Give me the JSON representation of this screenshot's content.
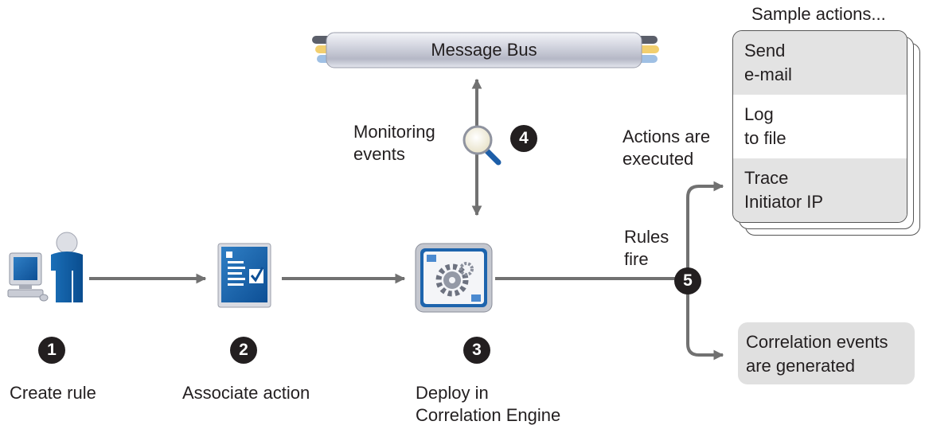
{
  "message_bus": {
    "label": "Message Bus"
  },
  "sample_actions": {
    "title": "Sample actions...",
    "items": [
      {
        "label": "Send\ne-mail",
        "icon": "envelope-icon"
      },
      {
        "label": "Log\nto file",
        "icon": "documents-icon"
      },
      {
        "label": "Trace\nInitiator IP",
        "icon": "trace-document-icon"
      }
    ]
  },
  "correlation_events": {
    "label": "Correlation events\nare generated"
  },
  "labels": {
    "monitoring_events": "Monitoring\nevents",
    "actions_executed": "Actions are\nexecuted",
    "rules_fire": "Rules\nfire"
  },
  "steps": [
    {
      "number": "1",
      "label": "Create rule",
      "icon": "user-computer-icon"
    },
    {
      "number": "2",
      "label": "Associate action",
      "icon": "action-form-icon"
    },
    {
      "number": "3",
      "label": "Deploy in\nCorrelation Engine",
      "icon": "gear-engine-icon"
    },
    {
      "number": "4",
      "icon": "magnifier-icon"
    },
    {
      "number": "5"
    }
  ],
  "colors": {
    "arrow": "#717171",
    "badge": "#231f20",
    "panel": "#e0e0e0",
    "bus": "#d3d5de"
  }
}
